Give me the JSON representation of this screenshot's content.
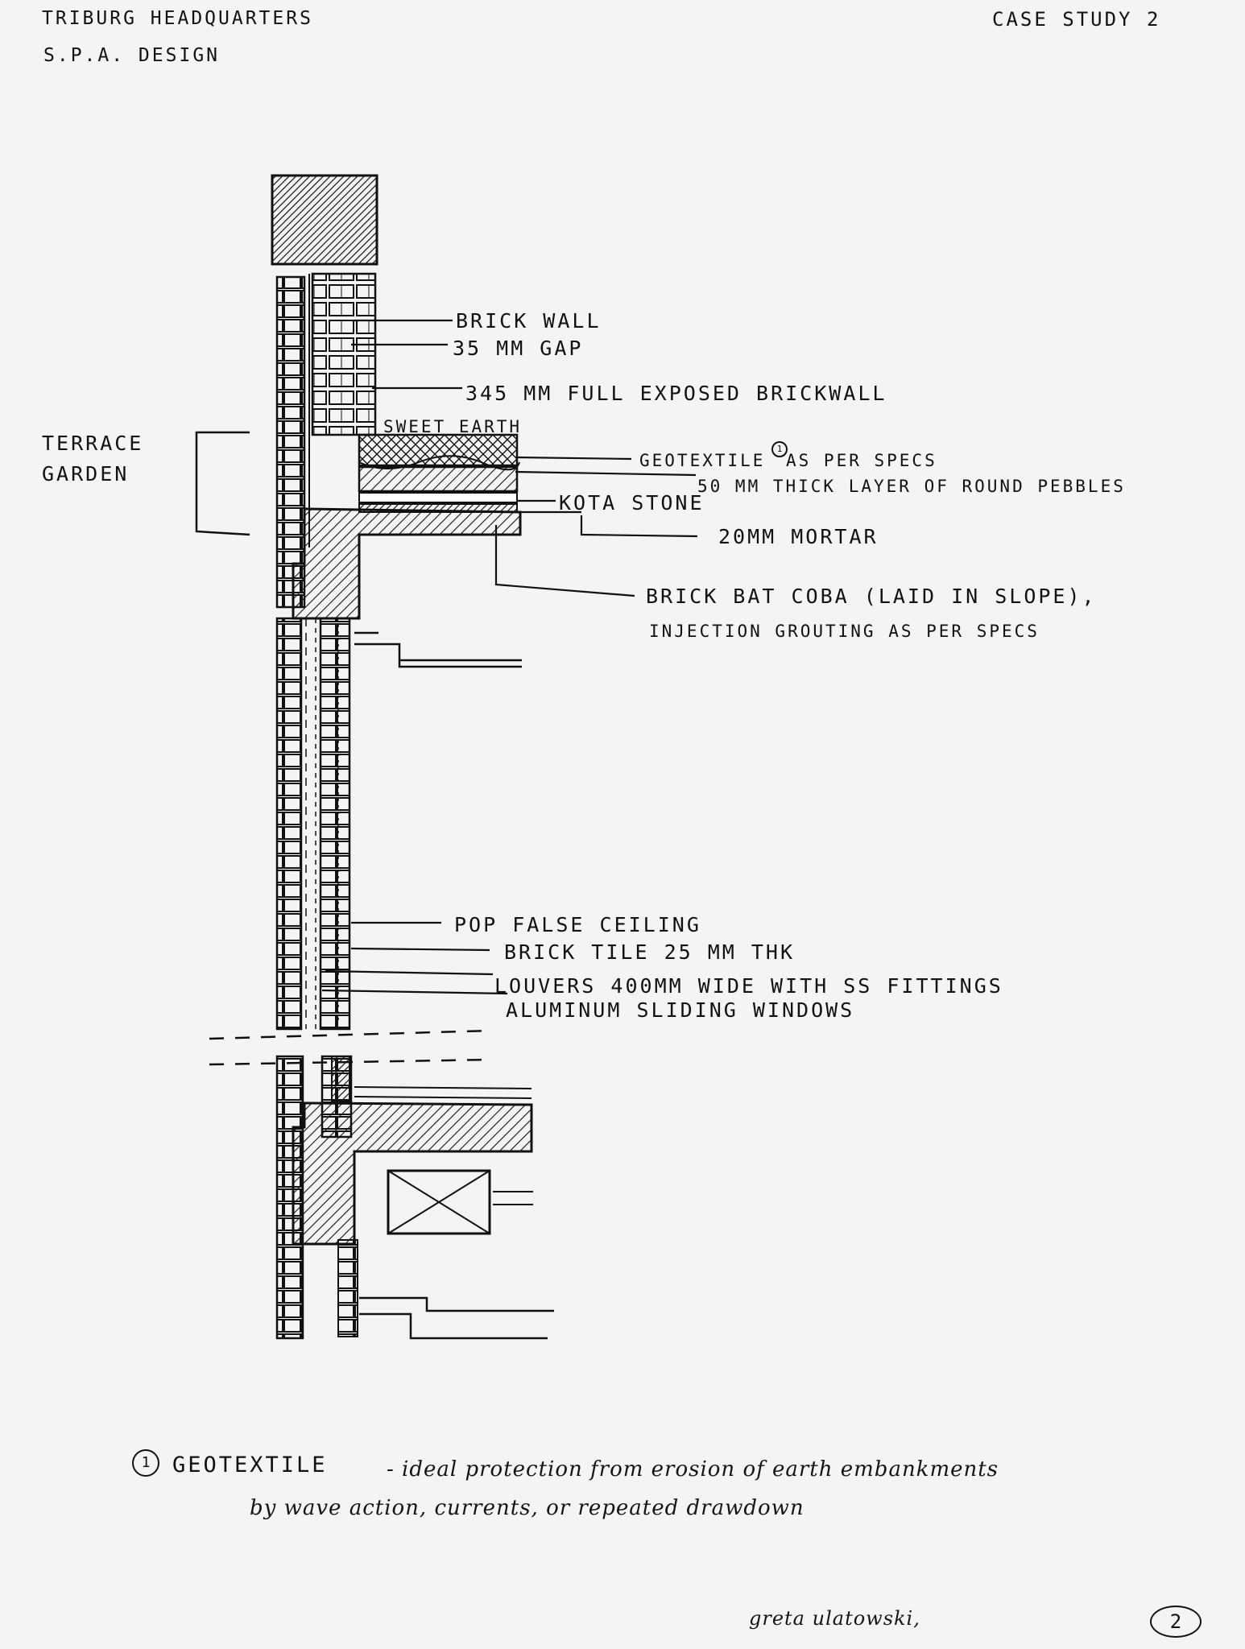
{
  "header": {
    "project_line1": "TRIBURG HEADQUARTERS",
    "project_line2": "S.P.A.  DESIGN",
    "case_study": "CASE STUDY  2"
  },
  "side_label": {
    "line1": "TERRACE",
    "line2": "GARDEN"
  },
  "labels": {
    "brick_wall": "BRICK WALL",
    "gap": "35 MM GAP",
    "exposed_brickwall": "345 MM FULL EXPOSED BRICKWALL",
    "sweet_earth": "SWEET EARTH",
    "geotextile": "GEOTEXTILE",
    "geotextile_note_ref": "1",
    "as_per_specs": "AS PER SPECS",
    "pebbles": "50 MM THICK LAYER OF ROUND PEBBLES",
    "kota_stone": "KOTA STONE",
    "mortar": "20MM MORTAR",
    "brick_bat_coba": "BRICK BAT COBA (LAID IN SLOPE),",
    "injection_grouting": "INJECTION GROUTING AS PER SPECS",
    "pop_ceiling": "POP FALSE CEILING",
    "brick_tile": "BRICK TILE 25 MM THK",
    "louvers": "LOUVERS 400MM WIDE WITH SS FITTINGS",
    "aluminum_windows": "ALUMINUM SLIDING WINDOWS"
  },
  "footnote": {
    "number": "1",
    "term": "GEOTEXTILE",
    "line1": "- ideal protection from erosion of earth embankments",
    "line2": "by wave action, currents, or repeated drawdown"
  },
  "signature": "greta ulatowski,",
  "page_number": "2"
}
